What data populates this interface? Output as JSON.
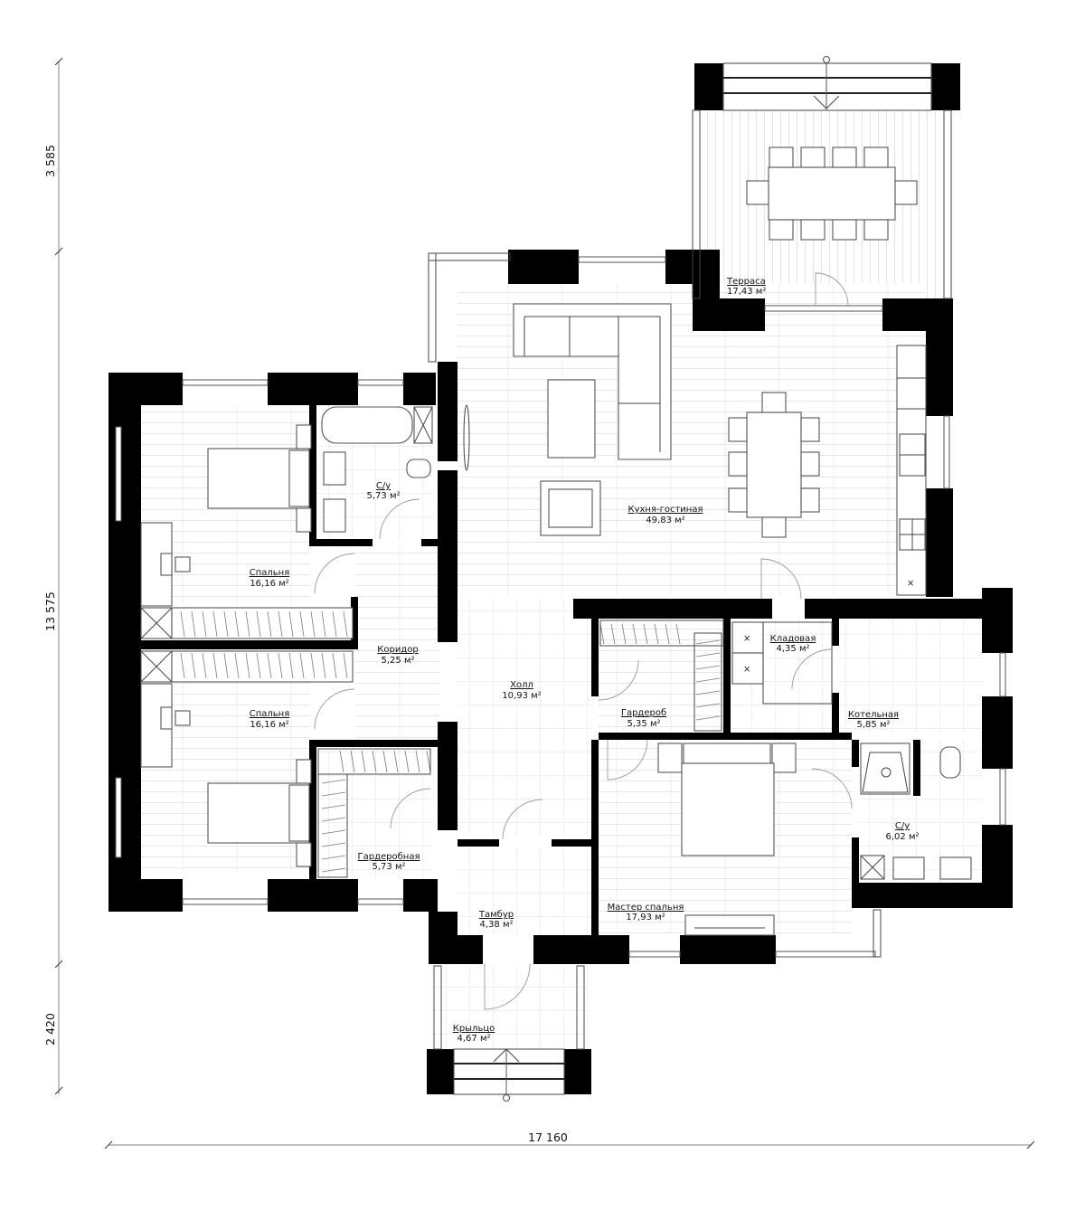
{
  "plan": {
    "dimensions": {
      "top_vertical": "3 585",
      "middle_vertical": "13 575",
      "bottom_vertical": "2 420",
      "overall_width": "17 160"
    },
    "area_unit": "м²",
    "rooms": [
      {
        "id": "terrace",
        "name": "Терраса",
        "area": "17,43 м²"
      },
      {
        "id": "bathroom-1",
        "name": "С/у",
        "area": "5,73 м²"
      },
      {
        "id": "kitchen-living",
        "name": "Кухня-гостиная",
        "area": "49,83 м²"
      },
      {
        "id": "bedroom-1",
        "name": "Спальня",
        "area": "16,16 м²"
      },
      {
        "id": "corridor",
        "name": "Коридор",
        "area": "5,25 м²"
      },
      {
        "id": "bedroom-2",
        "name": "Спальня",
        "area": "16,16 м²"
      },
      {
        "id": "hall",
        "name": "Холл",
        "area": "10,93 м²"
      },
      {
        "id": "pantry",
        "name": "Кладовая",
        "area": "4,35 м²"
      },
      {
        "id": "wardrobe-1",
        "name": "Гардероб",
        "area": "5,35 м²"
      },
      {
        "id": "boiler-room",
        "name": "Котельная",
        "area": "5,85 м²"
      },
      {
        "id": "bathroom-2",
        "name": "С/у",
        "area": "6,02 м²"
      },
      {
        "id": "dressing-room",
        "name": "Гардеробная",
        "area": "5,73 м²"
      },
      {
        "id": "vestibule",
        "name": "Тамбур",
        "area": "4,38 м²"
      },
      {
        "id": "master-bedroom",
        "name": "Мастер спальня",
        "area": "17,93 м²"
      },
      {
        "id": "porch",
        "name": "Крыльцо",
        "area": "4,67 м²"
      }
    ],
    "colors": {
      "wall": "#000000",
      "line": "#555555",
      "background": "#ffffff"
    }
  }
}
